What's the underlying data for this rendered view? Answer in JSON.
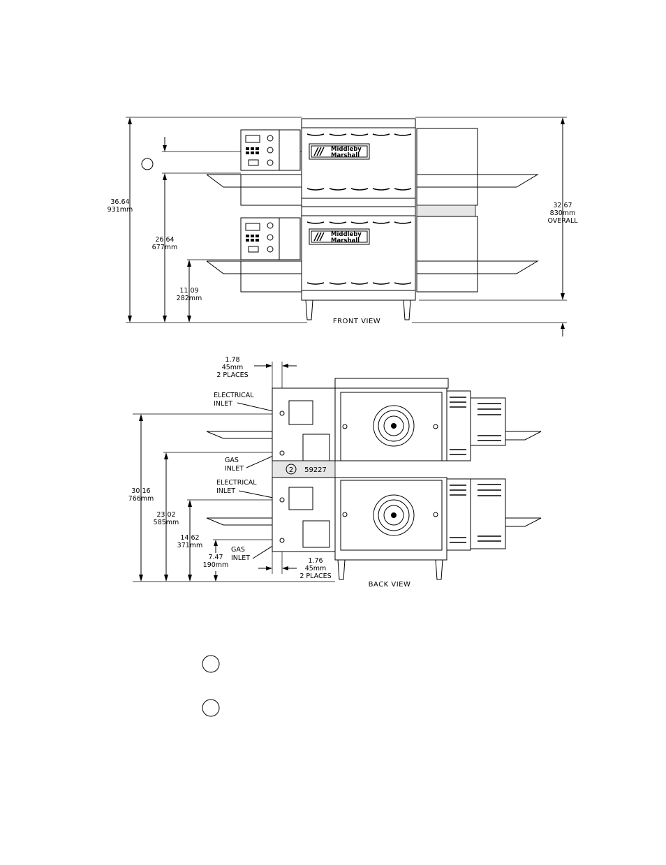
{
  "front_view": {
    "title": "FRONT VIEW",
    "brand_line1": "Middleby",
    "brand_line2": "Marshall",
    "dim_left_outer": {
      "in": "36.64",
      "mm": "931mm"
    },
    "dim_left_mid": {
      "in": "26.64",
      "mm": "677mm"
    },
    "dim_left_low": {
      "in": "11.09",
      "mm": "282mm"
    },
    "dim_right": {
      "in": "32.67",
      "mm": "830mm",
      "note": "OVERALL"
    }
  },
  "back_view": {
    "title": "BACK VIEW",
    "dim_top_spacing": {
      "in": "1.78",
      "mm": "45mm",
      "note": "2 PLACES"
    },
    "dim_bottom_spacing": {
      "in": "1.76",
      "mm": "45mm",
      "note": "2 PLACES"
    },
    "electrical_inlet_upper": {
      "line1": "ELECTRICAL",
      "line2": "INLET"
    },
    "gas_inlet_upper": {
      "line1": "GAS",
      "line2": "INLET"
    },
    "electrical_inlet_lower": {
      "line1": "ELECTRICAL",
      "line2": "INLET"
    },
    "gas_inlet_lower": {
      "line1": "GAS",
      "line2": "INLET"
    },
    "part_badge": {
      "number": "2",
      "part": "59227"
    },
    "dim_30": {
      "in": "30.16",
      "mm": "766mm"
    },
    "dim_23": {
      "in": "23.02",
      "mm": "585mm"
    },
    "dim_14": {
      "in": "14.62",
      "mm": "371mm"
    },
    "dim_7": {
      "in": "7.47",
      "mm": "190mm"
    }
  }
}
